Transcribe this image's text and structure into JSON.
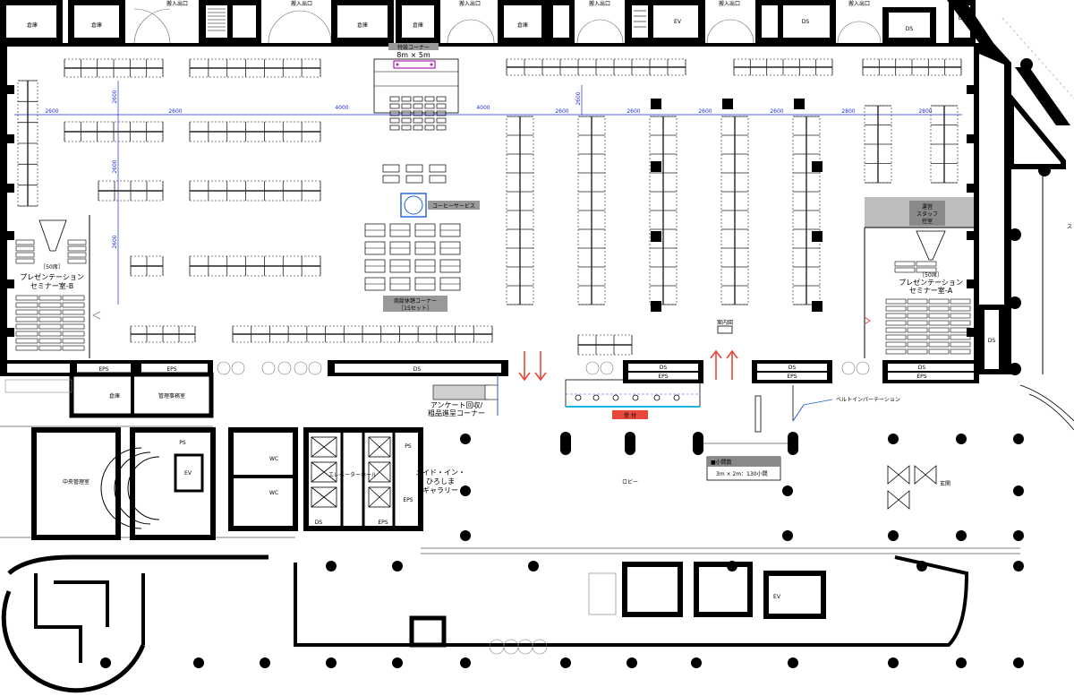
{
  "colors": {
    "wall": "#000000",
    "dimension": "#1c2fd6",
    "arrow": "#e8483c",
    "reception": "#e8483c",
    "highlight": "#1c5fd6",
    "gray_panel": "#bdbdbd"
  },
  "labels": {
    "storage": "倉庫",
    "entrance": "搬入出口",
    "ev": "EV",
    "ds": "DS",
    "eps": "EPS",
    "ps": "PS",
    "wc": "WC",
    "special_corner": "特設コーナー",
    "special_size": "8m × 5m",
    "coffee": "コーヒーサービス",
    "business_corner_1": "商談休憩コーナー",
    "business_corner_2": "［15セット］",
    "staff_room_1": "運営",
    "staff_room_2": "スタッフ",
    "staff_room_3": "控室",
    "seminar_a_1": "［50席］",
    "seminar_a_2": "プレゼンテーション",
    "seminar_a_3": "セミナー室-A",
    "seminar_b_1": "［50席］",
    "seminar_b_2": "プレゼンテーション",
    "seminar_b_3": "セミナー室-B",
    "info_board": "案内図",
    "survey_1": "アンケート回収/",
    "survey_2": "粗品進呈コーナー",
    "reception": "受 付",
    "belt_partition": "ベルトインパーテーション",
    "booth_count_title": "■小間数",
    "booth_count_value": "3m × 2m：130小間",
    "central_admin": "中央管理室",
    "management_office": "管理事務室",
    "elevator_hall": "エレベーターホール",
    "gallery_1": "メイド・イン・",
    "gallery_2": "ひろしま",
    "gallery_3": "ギャラリー",
    "lobby": "ロビー",
    "main_entrance": "玄関",
    "side_label": "ス"
  },
  "dimensions": {
    "d2600": "2600",
    "d4000": "4000",
    "d2800": "2800"
  }
}
